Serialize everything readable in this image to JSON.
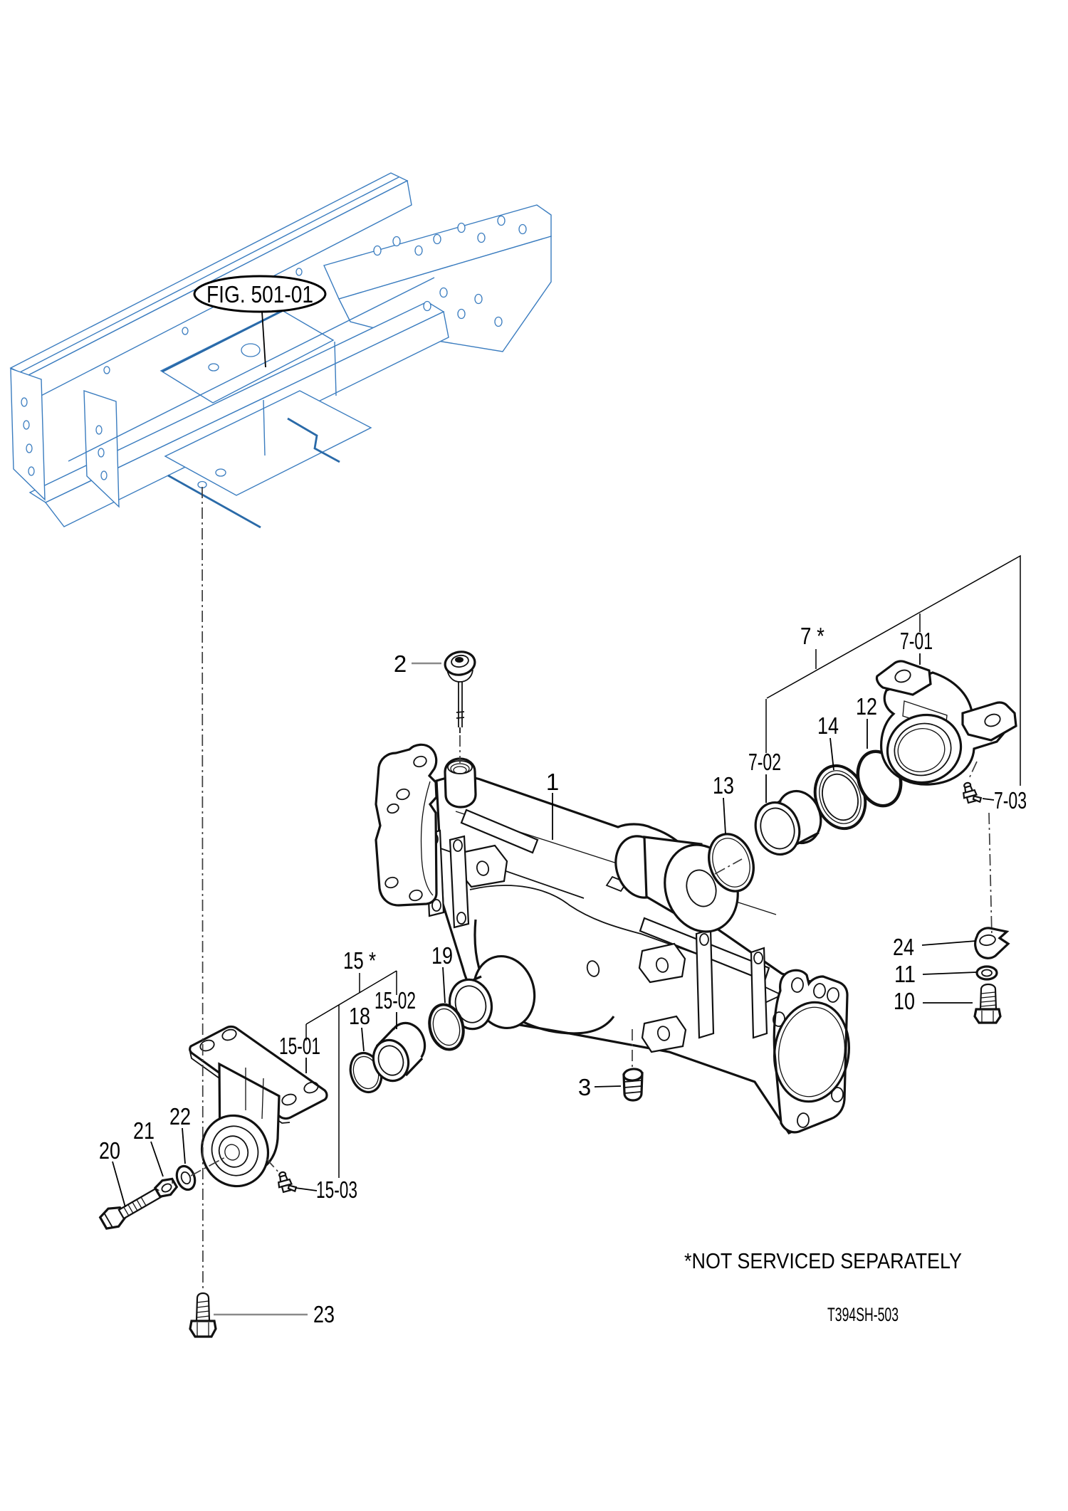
{
  "figure": {
    "fig_ref": "FIG. 501-01",
    "footnote": "*NOT SERVICED SEPARATELY",
    "drawing_code": "T394SH-503",
    "line_color": "#000000",
    "chassis_color": "#3a7cbf"
  },
  "callouts": {
    "c1": "1",
    "c2": "2",
    "c3": "3",
    "c7": "7 *",
    "c7_01": "7-01",
    "c7_02": "7-02",
    "c7_03": "7-03",
    "c10": "10",
    "c11": "11",
    "c12": "12",
    "c13": "13",
    "c14": "14",
    "c15": "15 *",
    "c15_01": "15-01",
    "c15_02": "15-02",
    "c15_03": "15-03",
    "c18": "18",
    "c19": "19",
    "c20": "20",
    "c21": "21",
    "c22": "22",
    "c23": "23",
    "c24": "24"
  }
}
